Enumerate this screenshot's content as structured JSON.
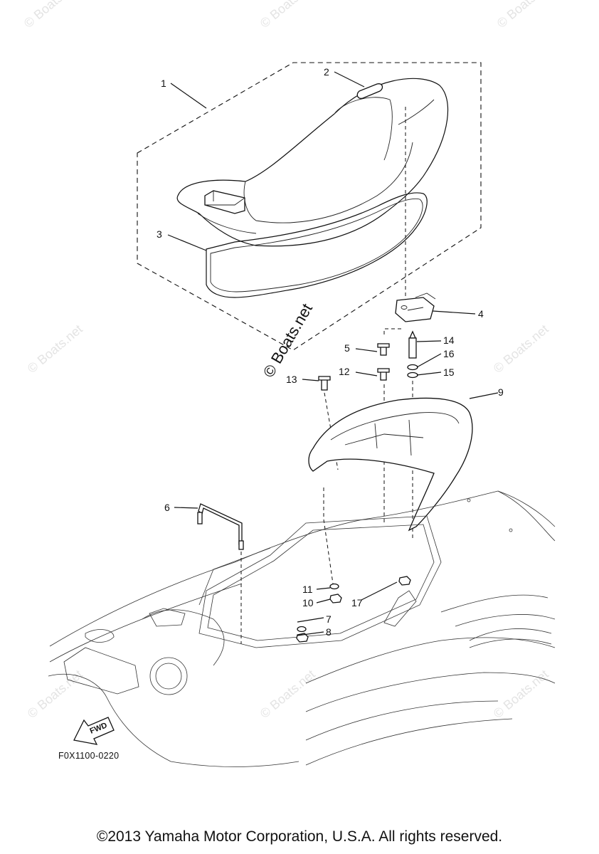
{
  "watermarks": {
    "corner": "© Boats.net",
    "main": "© Boats.net"
  },
  "callouts": [
    "1",
    "2",
    "3",
    "4",
    "5",
    "6",
    "7",
    "8",
    "9",
    "10",
    "11",
    "12",
    "13",
    "14",
    "15",
    "16",
    "17"
  ],
  "fwd_label": "FWD",
  "drawing_code": "F0X1100-0220",
  "copyright": "©2013 Yamaha Motor Corporation, U.S.A. All rights reserved."
}
